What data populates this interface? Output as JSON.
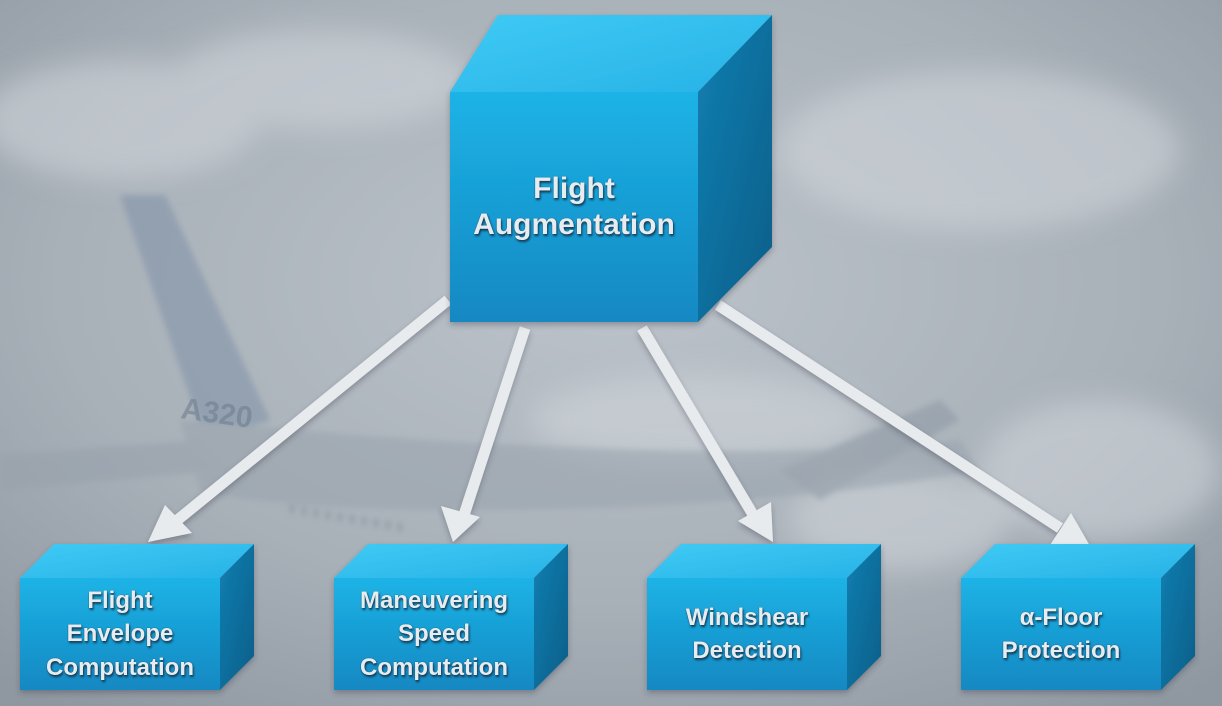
{
  "diagram": {
    "root": {
      "lines": [
        "Flight",
        "Augmentation"
      ]
    },
    "children": [
      {
        "lines": [
          "Flight",
          "Envelope",
          "Computation"
        ]
      },
      {
        "lines": [
          "Maneuvering",
          "Speed",
          "Computation"
        ]
      },
      {
        "lines": [
          "Windshear",
          "Detection"
        ]
      },
      {
        "lines": [
          "α-Floor",
          "Protection"
        ]
      }
    ],
    "background": {
      "aircraft_tail_text": "A320"
    }
  },
  "colors": {
    "cube_front": "#1aa3d8",
    "cube_top": "#33bff0",
    "cube_side": "#0d73a3",
    "arrow": "#e8ebee",
    "background": "#a9b1b9"
  }
}
